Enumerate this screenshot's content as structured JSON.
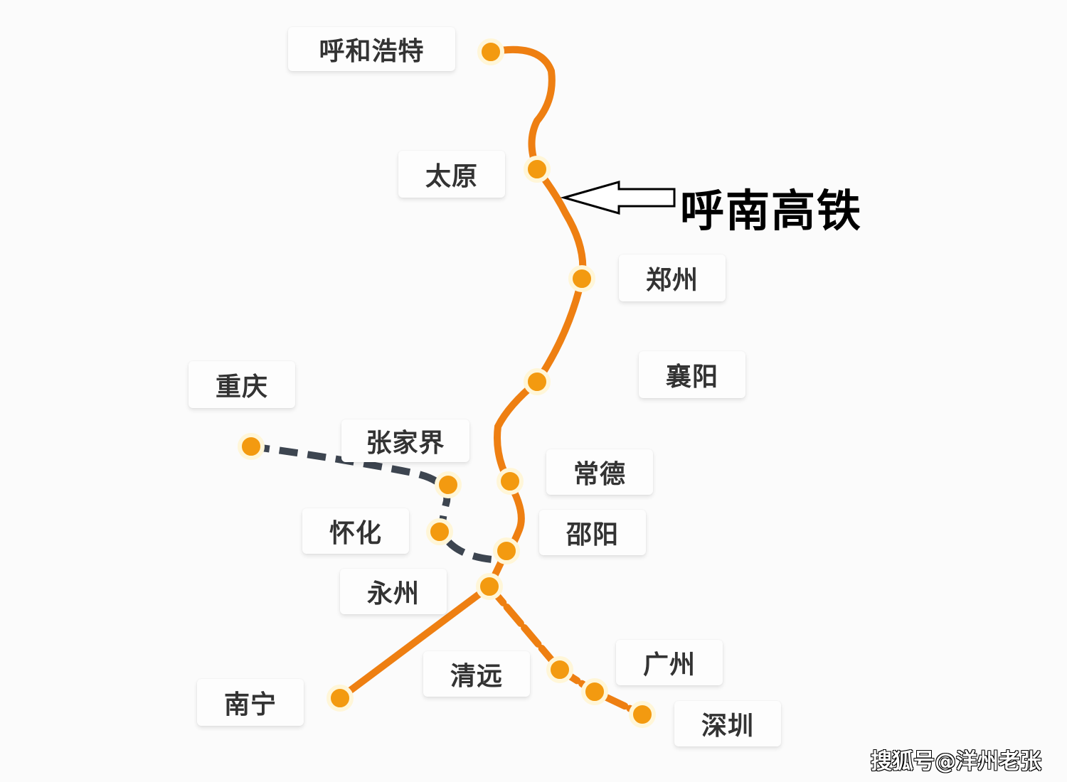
{
  "title": "呼南高铁",
  "watermark": "搜狐号@洋州老张",
  "colors": {
    "main_line": "#ee7f12",
    "branch_line": "#3d4550",
    "station": "#f39a10",
    "station_ring": "#fff6d8"
  },
  "stations": {
    "hohhot": "呼和浩特",
    "taiyuan": "太原",
    "zhengzhou": "郑州",
    "xiangyang": "襄阳",
    "chongqing": "重庆",
    "zhangjiajie": "张家界",
    "changde": "常德",
    "huaihua": "怀化",
    "shaoyang": "邵阳",
    "yongzhou": "永州",
    "qingyuan": "清远",
    "guangzhou": "广州",
    "nanning": "南宁",
    "shenzhen": "深圳"
  }
}
